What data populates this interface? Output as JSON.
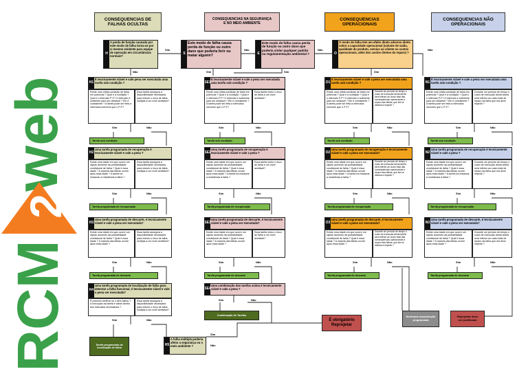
{
  "logo": {
    "rcm": "RCM",
    "two": "2",
    "web": "web"
  },
  "colors": {
    "hidden": "#dcdcb8",
    "hidden_light": "#e7e7d0",
    "safety": "#e8c7c7",
    "safety_light": "#f3dcdc",
    "operational": "#f2a31c",
    "operational_light": "#f9d18c",
    "nonop": "#c7d2ea",
    "nonop_light": "#dbe3f3",
    "action_green": "#7dbb4c",
    "dark_green": "#4e6b1f",
    "red": "#c0504d",
    "grey": "#8c8c8c",
    "logo_green": "#3aa14a",
    "logo_orange": "#f47c20"
  },
  "headers": {
    "hidden": "CONSEQUENCIAS DE\nFALHAS OCULTAS",
    "safety": "CONSEQUENCIAS NA SEGURANÇA\nE NO MEIO AMBIENTE",
    "operational": "CONSEQUENCIAS\nOPERACIONAIS",
    "nonop": "CONSEQUENCIAS NÃO\nOPERACIONAIS"
  },
  "top": {
    "h": {
      "tag": "H",
      "text": "A perda de função causada por este modo de falha torna-se por si mesmo evidente para equipe de operação em circustâncias normais?"
    },
    "s": {
      "tag": "S",
      "text": "Este modo de falha causa perda de função ou outro dano que poderia ferir ou matar alguém?"
    },
    "e": {
      "tag": "E",
      "text": "Este modo de falha causa perda de função ou outro dano que poderia violar qualquer padrão ou regulamentação ambiental ?"
    },
    "o": {
      "tag": "O",
      "text": "O modo de falha tem um efeito direto adverso direto sobre a capacidade operacional (volume de saída, qualidade do produto, serviço ao cliente ou custos operacionais, além dos custos diretos do reparo) ?"
    }
  },
  "labels": {
    "sim": "Sim",
    "nao": "Não"
  },
  "hidden_col": {
    "q1": {
      "tag": "H1",
      "text": "É tecnicamente viável e vale pena ser executada uma tarefa sob condição ?"
    },
    "q1a": "Existe uma nítida condição de falha em potencial ? Qual é a condição ? Qual é o intervalo P-F? O intervalo é suficiente para ser utilizável ? Ele é consistente ? A tarefa pode ser feita a intervalos menores que o P-F?",
    "q1b": "Essa tarefa assegura a disponibilidade necessaria para reduzir o risco de falha múltipla a um nível aceitável?",
    "a1": "Tarefa sob condição",
    "q2": {
      "tag": "H2",
      "text": "Uma tarefa programada de recuperação é tecnicamente viável e vale a pena ?"
    },
    "q2a": "Existe uma idade em que ocorre um rápido aumento da probabilidade condicional de falha ? Qual é essa idade ? A maioria das falhas ocorre após essa idade ? A tarefa irá restaurar a resistência à falha ?",
    "q2b": "Essa tarefa assegura a disponibilidade necessaria para reduzir o risco de falha multipla a um nível aceitável?",
    "a2": "Tarefa programada de recuperação",
    "q3": {
      "tag": "H3",
      "text": "Uma tarefa programada de descarte, é tecnicamente viável e vale a pena ser executada?"
    },
    "q3a": "Existe uma idade em que ocorre um rápido aumento da probabilidade condicional de falha ? Qual é essa idade ? A maioria das falhas ocorre após essa idade ?",
    "q3b": "Essa tarefa assegura a disponibilidade necessaria para reduzir o risco de falha multipla a um nível aceitável?",
    "a3": "Tarefa programada de descarte",
    "q4": {
      "tag": "H4",
      "text": "Uma tarefa programada de localização de falha para detectar a falha funcional, é tecnicamente viável e vale a pena ser executada?"
    },
    "q4a": "É possível verificar se o item falhou ? A execução da tarefa é viável dentro dos intervalos necessários ?",
    "q4b": "Essa tarefa assegura a disponibilidade necessaria para reduzir o risco de falha multipla a um nível aceitável?",
    "a4": "Tarefa programada de localização de falha",
    "q5": {
      "tag": "H5",
      "text": "A falha múltipla poderia afetar a segurança ou o meio ambiente ?"
    }
  },
  "safety_col": {
    "q1": {
      "tag": "SE1",
      "text": "É tecnicamente viável e vale a pena ser executada uma tarefa sob condição ?"
    },
    "q1a": "Existe uma nítida condição de falha em potencial ? Qual é a condição ? Qual é o intervalo P-F? O intervalo é suficiente para ser utilizável ? Ele é consistente ? A tarefa pode ser feita a intervalos menores que o P-F?",
    "q1b": "Essa tarefa reduz o risco de falha a um nível aceitável?",
    "a1": "Tarefa sob condição",
    "q2": {
      "tag": "SE2",
      "text": "Uma tarefa programada de recuperação é tecnicamente viável e vale a pena ?"
    },
    "q2a": "Existe uma idade em que ocorre um rápido aumento da probabilidade condicional de falha ? Qual é essa idade ? A maioria das falhas ocorre após essa idade ? A tarefa irá restaurar a resistência à falha ?",
    "q2b": "Essa tarefa reduz o risco de falha a um nível aceitável?",
    "a2": "Tarefa programada de recuperação",
    "q3": {
      "tag": "SE3",
      "text": "Uma tarefa programada de descarte, é tecnicamente viável e vale a pena ser executada?"
    },
    "q3a": "Existe uma idade em que ocorre um rápido aumento da probabilidade condicional de falha ? Qual é essa idade ? A maioria das falhas ocorre após essa idade ?",
    "q3b": "Essa tarefa reduz o risco de falha a um nível aceitável?",
    "a3": "Tarefa programada de descarte",
    "q4": {
      "tag": "SE4",
      "text": "Uma combinação das tarefas acima é tecnicamente viável e vale a pena ?"
    },
    "a4": "Combinação de Tarefas"
  },
  "op_col": {
    "q1": {
      "tag": "O1",
      "text": "É tecnicamente viável e vale a pena ser executada uma tarefa sob condição ?"
    },
    "q1a": "Existe uma nítida condição de falha em potencial ? Qual é a condição ? Qual é o intervalo P-F? O intervalo é suficiente para ser utilizável ? Ele é consistente ? A tarefa pode ser feita a intervalos menores que o P-F?",
    "q1b": "Durante um período de tempo o custo de execução desta tarefa será inferior ao custo total das consequências operacionais e reparo das falhas, que ela se destina a impedir ?",
    "a1": "Tarefa sob condição",
    "q2": {
      "tag": "O2",
      "text": "Uma tarefa programada de recuperação é tecnicamente viável e vale a pena ser executada?"
    },
    "q2a": "Existe uma idade em que ocorre um rápido aumento da probabilidade condicional de falha ? Qual é essa idade ? A maioria das falhas ocorre após essa idade ? A tarefa irá restaurar a resistência à falha ?",
    "q2b": "Durante um período de tempo o custo de execução desta tarefa será inferior ao custo total das consequências operacionais e reparo das falhas, que ela se destina a impedir ?",
    "a2": "Tarefa programada de recuperação",
    "q3": {
      "tag": "O3",
      "text": "Uma tarefa programada de descarte, é tecnicamente viável e vale a pena ser executada?"
    },
    "q3a": "Existe uma idade em que ocorre um rápido aumento da probabilidade condicional de falha ? Qual é essa idade ? A maioria das falhas ocorre após essa idade ?",
    "q3b": "Durante um período de tempo o custo de execução desta tarefa será inferior ao custo total das consequências operacionais e reparo das falhas, que ela se destina a impedir ?",
    "a3": "Tarefa programada de descarte"
  },
  "nonop_col": {
    "q1": {
      "tag": "N1",
      "text": "É tecnicamente viável e vale a pena ser executada uma tarefa sob condição ?"
    },
    "q1a": "Existe uma nítida condição de falha em potencial ? Qual é a condição ? Qual é o intervalo P-F? O intervalo é suficiente para ser utilizável ? Ele é consistente ? A tarefa pode ser feita a intervalos menores que o P-F?",
    "q1b": "Durante um período de tempo o custo de execução desta tarefa será inferior ao custo total de reparo da falha que ela deve impedir ?",
    "a1": "Tarefa sob condição",
    "q2": {
      "tag": "N2",
      "text": "Uma tarefa programada de recuperação é tecnicamente viável e vale a pena ?"
    },
    "q2a": "Existe uma idade em que ocorre um rápido aumento da probabilidade condicional de falha ? Qual é essa idade ? A maioria das falhas ocorre após essa idade ? A tarefa irá restaurar a resistência à falha ?",
    "q2b": "Durante um período de tempo o custo de execução desta tarefa será inferior ao custo total de reparo da falha que ela deve impedir ?",
    "a2": "Tarefa programada de recuperação",
    "q3": {
      "tag": "N3",
      "text": "Uma tarefa programada de descarte, é tecnicamente viável e vale a pena ser executada?"
    },
    "q3a": "Existe uma idade em que ocorre um rápido aumento da probabilidade condicional de falha ? Qual é essa idade ? A maioria das falhas ocorre após essa idade ?",
    "q3b": "Durante um período de tempo o custo de execução desta tarefa será inferior ao custo total de reparo da falha que ela deve impedir ?",
    "a3": "Tarefa programada de descarte"
  },
  "finals": {
    "redesign": "É obrigatório\nReprojetar",
    "no_maintenance": "Nenhuma manutenção\nprogramada",
    "redesign_justified": "Reprojetar deve\nser justificado"
  }
}
